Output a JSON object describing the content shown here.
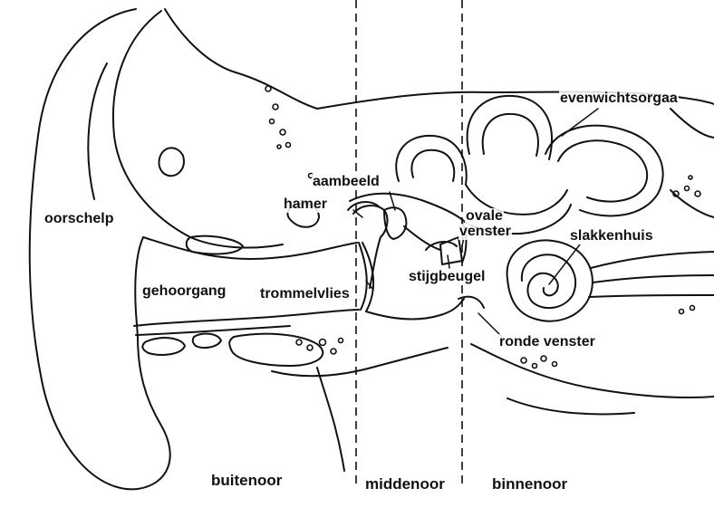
{
  "labels": {
    "oorschelp": "oorschelp",
    "gehoorgang": "gehoorgang",
    "trommelvlies": "trommelvlies",
    "hamer": "hamer",
    "aambeeld": "aambeeld",
    "stijgbeugel": "stijgbeugel",
    "ovale_venster_line1": "ovale",
    "ovale_venster_line2": "venster",
    "evenwichtsorgaan": "evenwichtsorgaa",
    "slakkenhuis": "slakkenhuis",
    "ronde_venster": "ronde venster"
  },
  "regions": {
    "buitenoor": "buitenoor",
    "middenoor": "middenoor",
    "binnenoor": "binnenoor"
  },
  "colors": {
    "ink": "#111111",
    "paper": "#ffffff"
  }
}
